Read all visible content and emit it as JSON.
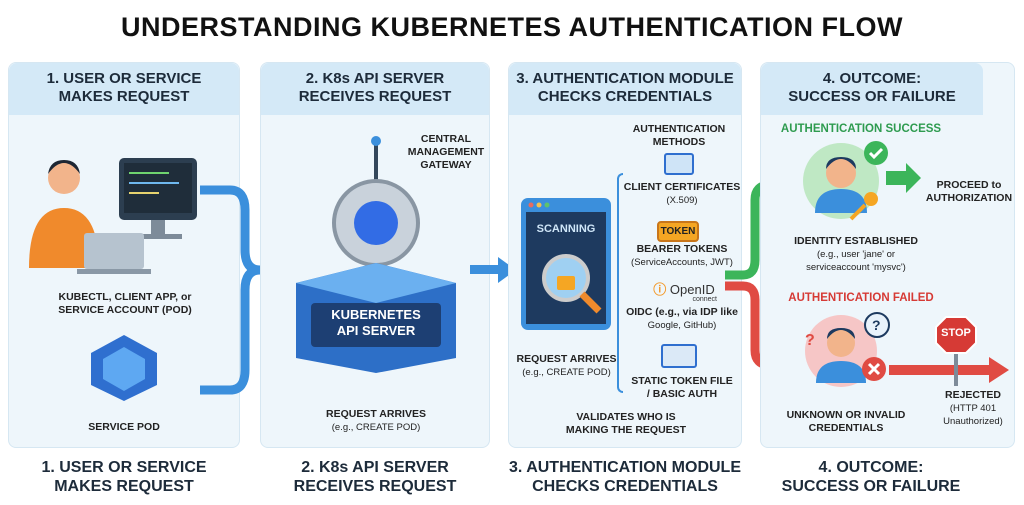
{
  "title": "UNDERSTANDING KUBERNETES AUTHENTICATION FLOW",
  "panels": [
    {
      "header_line1": "1. USER OR SERVICE",
      "header_line2": "MAKES REQUEST",
      "client_label_1": "KUBECTL, CLIENT APP, or",
      "client_label_2": "SERVICE ACCOUNT (POD)",
      "pod_label": "SERVICE POD"
    },
    {
      "header_line1": "2. K8s API SERVER",
      "header_line2": "RECEIVES REQUEST",
      "gateway_1": "CENTRAL",
      "gateway_2": "MANAGEMENT",
      "gateway_3": "GATEWAY",
      "server_1": "KUBERNETES",
      "server_2": "API SERVER",
      "arrives": "REQUEST ARRIVES",
      "arrives_sub": "(e.g., CREATE POD)"
    },
    {
      "header_line1": "3. AUTHENTICATION MODULE",
      "header_line2": "CHECKS CREDENTIALS",
      "scanning": "SCANNING",
      "methods_1": "AUTHENTICATION",
      "methods_2": "METHODS",
      "methods": [
        {
          "name": "CLIENT CERTIFICATES",
          "sub": "(X.509)"
        },
        {
          "name": "BEARER TOKENS",
          "sub": "(ServiceAccounts, JWT)",
          "badge": "TOKEN"
        },
        {
          "name": "OIDC (e.g., via IDP like",
          "sub": "Google, GitHub)",
          "badge": "OpenID",
          "badge_sub": "connect"
        },
        {
          "name": "STATIC TOKEN FILE",
          "sub": "/ BASIC AUTH"
        }
      ],
      "arrives": "REQUEST ARRIVES",
      "arrives_sub": "(e.g., CREATE POD)",
      "validates_1": "VALIDATES WHO IS",
      "validates_2": "MAKING THE REQUEST"
    },
    {
      "header_line1": "4. OUTCOME:",
      "header_line2": "SUCCESS OR FAILURE",
      "success": "AUTHENTICATION SUCCESS",
      "proceed_1": "PROCEED to",
      "proceed_2": "AUTHORIZATION",
      "identity": "IDENTITY ESTABLISHED",
      "identity_sub_1": "(e.g., user 'jane' or",
      "identity_sub_2": "serviceaccount 'mysvc')",
      "failed": "AUTHENTICATION FAILED",
      "stop": "STOP",
      "rejected": "REJECTED",
      "rejected_sub_1": "(HTTP 401",
      "rejected_sub_2": "Unauthorized)",
      "unknown_1": "UNKNOWN OR INVALID",
      "unknown_2": "CREDENTIALS"
    }
  ],
  "colors": {
    "blue": "#3b8fdc",
    "green": "#3cb55a",
    "red": "#e04b43",
    "orange": "#f39a2b"
  }
}
